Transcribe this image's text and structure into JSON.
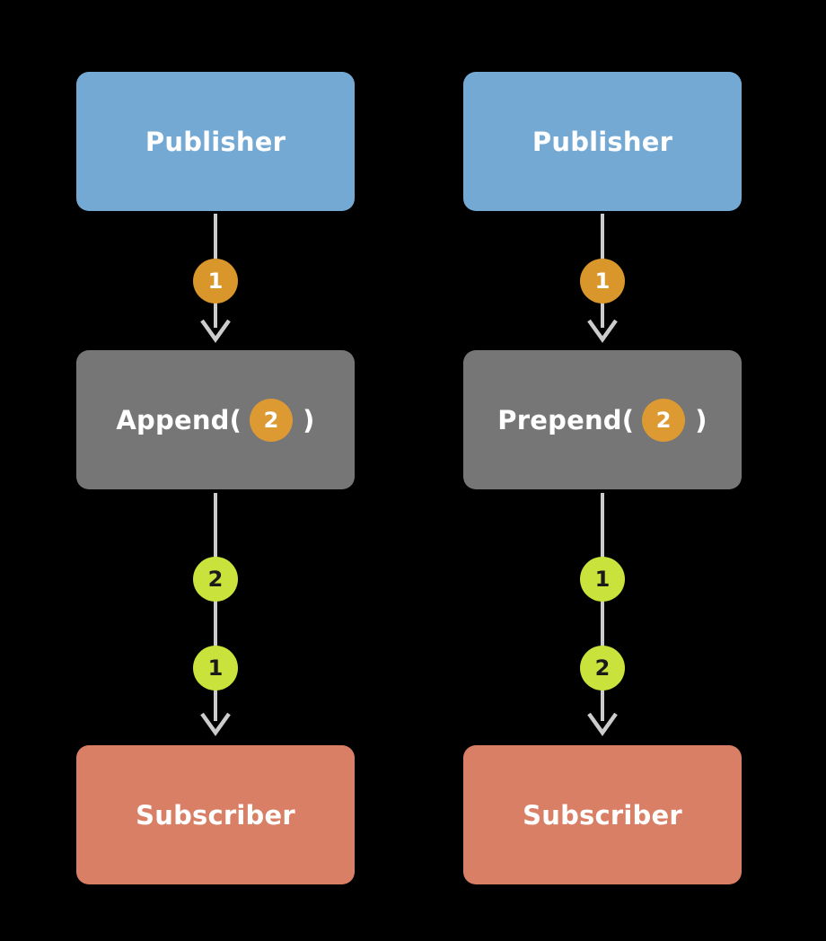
{
  "diagram": {
    "title": "Append vs Prepend publisher operator marble diagram",
    "background_color": "#000000",
    "colors": {
      "publisher": "#74a9d4",
      "operator": "#767676",
      "subscriber": "#d97f65",
      "orange_badge": "#d9962b",
      "green_badge": "#c9e33c",
      "connector": "#cccccc",
      "box_text": "#ffffff",
      "green_badge_text": "#1a1a1a"
    }
  },
  "columns": [
    {
      "id": "append-column",
      "publisher": {
        "label": "Publisher"
      },
      "operator": {
        "label_prefix": "Append(",
        "label_suffix": ")",
        "argument_badge": "2"
      },
      "subscriber": {
        "label": "Subscriber"
      },
      "upstream_badges": [
        "1"
      ],
      "downstream_badges": [
        "2",
        "1"
      ]
    },
    {
      "id": "prepend-column",
      "publisher": {
        "label": "Publisher"
      },
      "operator": {
        "label_prefix": "Prepend(",
        "label_suffix": ")",
        "argument_badge": "2"
      },
      "subscriber": {
        "label": "Subscriber"
      },
      "upstream_badges": [
        "1"
      ],
      "downstream_badges": [
        "1",
        "2"
      ]
    }
  ]
}
